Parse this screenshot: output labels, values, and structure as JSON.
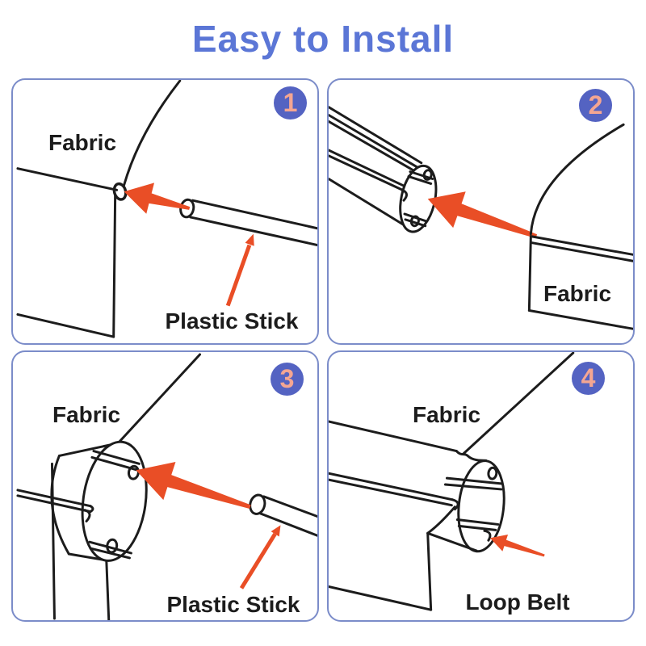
{
  "title": "Easy to Install",
  "colors": {
    "title_text": "#5b76d6",
    "panel_border": "#7b8cc9",
    "badge_bg": "#5463c2",
    "badge_number": "#f4a692",
    "arrow": "#e94e26",
    "line_art": "#1c1c1c",
    "background": "#ffffff"
  },
  "panels": [
    {
      "number": "1",
      "fabric_label": "Fabric",
      "stick_label": "Plastic Stick"
    },
    {
      "number": "2",
      "fabric_label": "Fabric"
    },
    {
      "number": "3",
      "fabric_label": "Fabric",
      "stick_label": "Plastic Stick"
    },
    {
      "number": "4",
      "fabric_label": "Fabric",
      "belt_label": "Loop Belt"
    }
  ]
}
